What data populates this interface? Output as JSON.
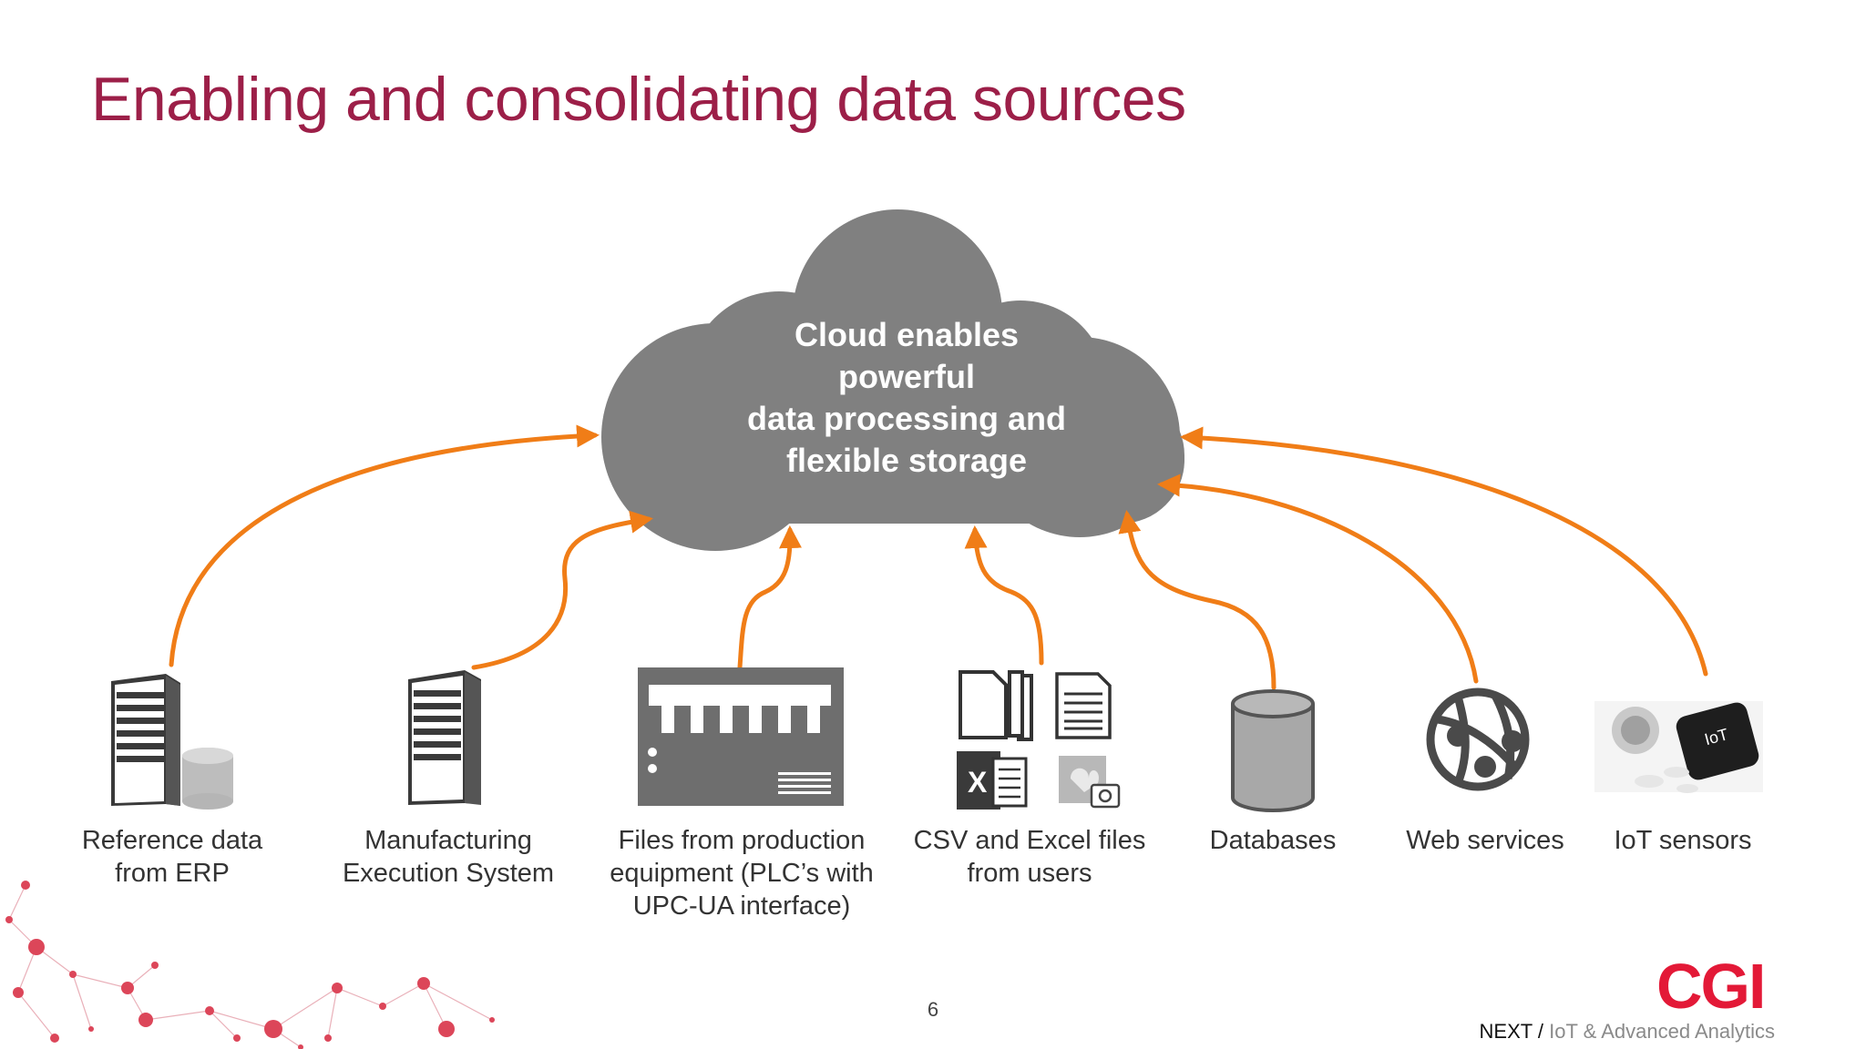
{
  "title": "Enabling and consolidating data sources",
  "cloud": {
    "lines": [
      "Cloud enables",
      "powerful",
      "data processing and",
      "flexible storage"
    ]
  },
  "sources": [
    {
      "id": "erp",
      "icon": "server-with-database-icon",
      "lines": [
        "Reference data",
        "from ERP"
      ]
    },
    {
      "id": "mes",
      "icon": "server-icon",
      "lines": [
        "Manufacturing",
        "Execution System"
      ]
    },
    {
      "id": "plc",
      "icon": "plc-equipment-icon",
      "lines": [
        "Files from production",
        "equipment (PLC’s with",
        "UPC-UA interface)"
      ]
    },
    {
      "id": "csv",
      "icon": "documents-excel-image-icon",
      "lines": [
        "CSV and Excel files",
        "from users"
      ]
    },
    {
      "id": "db",
      "icon": "database-cylinder-icon",
      "lines": [
        "Databases"
      ]
    },
    {
      "id": "web",
      "icon": "globe-network-icon",
      "lines": [
        "Web services"
      ]
    },
    {
      "id": "iot",
      "icon": "iot-sensor-device-icon",
      "lines": [
        "IoT sensors"
      ]
    }
  ],
  "iot_device_text": "IoT",
  "colors": {
    "title": "#9c1f48",
    "cloud": "#808080",
    "arrow": "#f07d17",
    "brand": "#e31937",
    "decor": "#d7263d"
  },
  "page_number": "6",
  "brand": "CGI",
  "footer": {
    "next": "NEXT",
    "separator": " / ",
    "subtitle": "IoT & Advanced Analytics"
  }
}
